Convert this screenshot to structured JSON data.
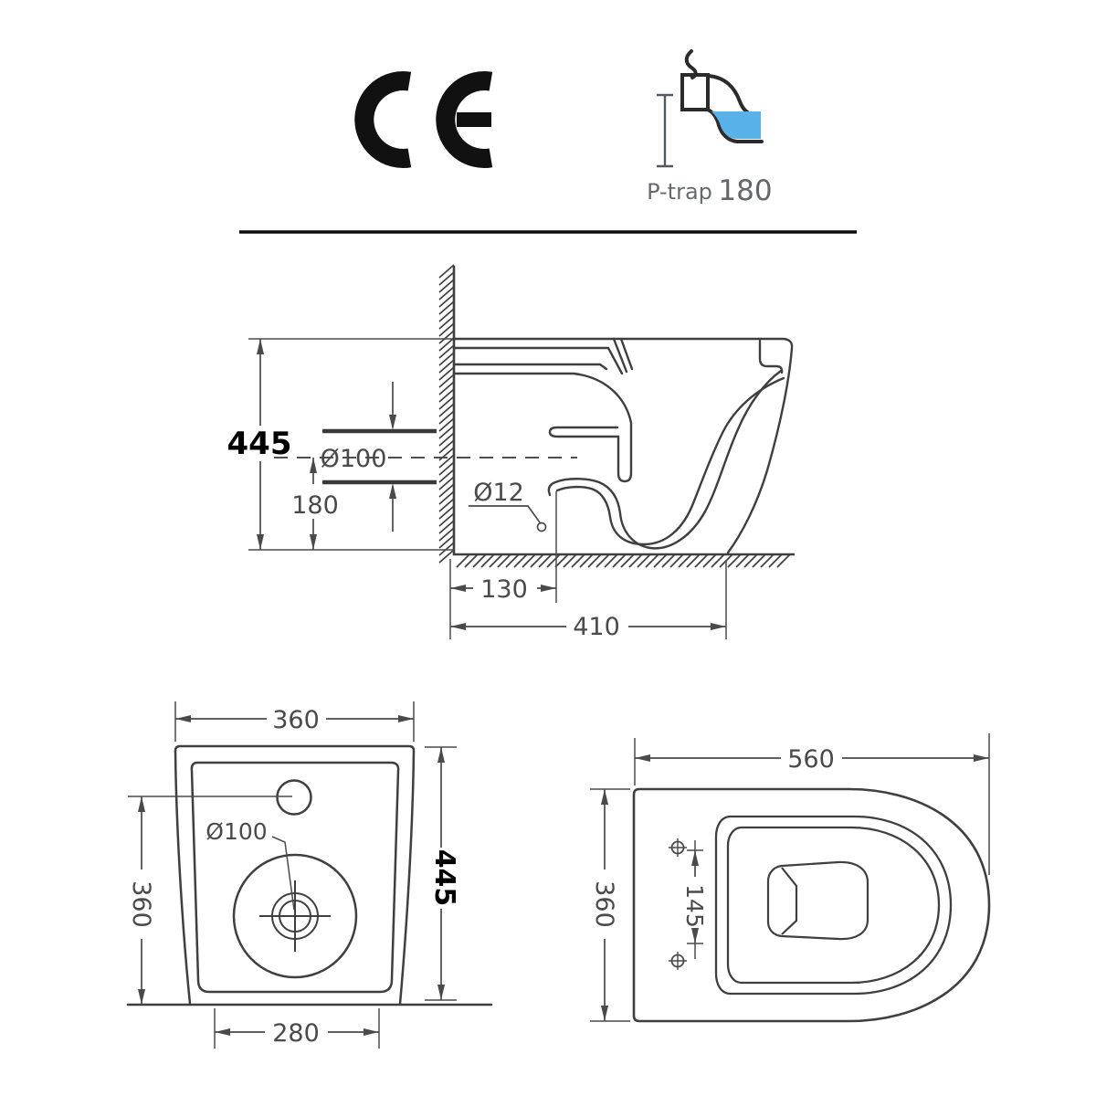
{
  "header": {
    "ce_mark_label": "CE",
    "trap": {
      "label": "P-trap",
      "value": "180"
    }
  },
  "side_view": {
    "overall_height": "445",
    "outlet_diameter": "Ø100",
    "outlet_center_height": "180",
    "fixing_hole_diameter": "Ø12",
    "outlet_offset_from_wall": "130",
    "fixing_distance_from_wall": "410"
  },
  "rear_view": {
    "top_width": "360",
    "drain_diameter": "Ø100",
    "side_height": "360",
    "overall_height": "445",
    "base_width": "280"
  },
  "plan_view": {
    "overall_depth": "560",
    "overall_width": "360",
    "fixing_hole_spacing": "145"
  },
  "colors": {
    "water_blue": "#58b1e8",
    "drawing_line": "#3f3f3f",
    "dimension_line": "#4a4a4a",
    "divider": "#0b0b0b"
  }
}
